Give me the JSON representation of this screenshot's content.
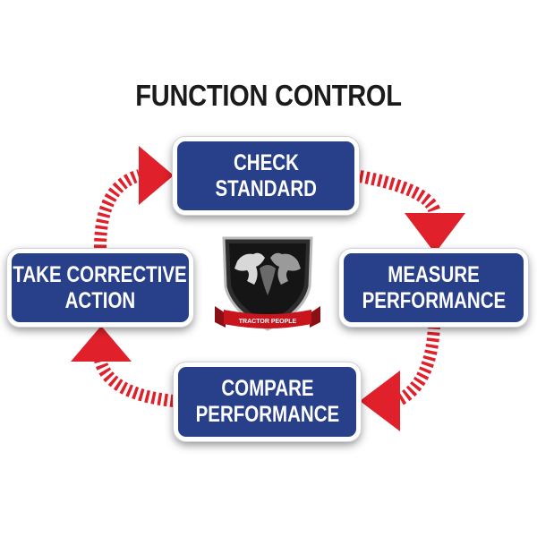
{
  "diagram": {
    "title": "FUNCTION CONTROL",
    "steps": {
      "check": {
        "line1": "CHECK",
        "line2": "STANDARD"
      },
      "measure": {
        "line1": "MEASURE",
        "line2": "PERFORMANCE"
      },
      "compare": {
        "line1": "COMPARE",
        "line2": "PERFORMANCE"
      },
      "take": {
        "line1": "TAKE CORRECTIVE",
        "line2": "ACTION"
      }
    },
    "logo": {
      "banner_text": "TRACTOR PEOPLE",
      "icon": "horse-shield-logo"
    },
    "colors": {
      "box_fill": "#283f8a",
      "arrow": "#e0202a",
      "title_text": "#1b1b1b"
    },
    "flow": [
      "check",
      "measure",
      "compare",
      "take"
    ]
  }
}
